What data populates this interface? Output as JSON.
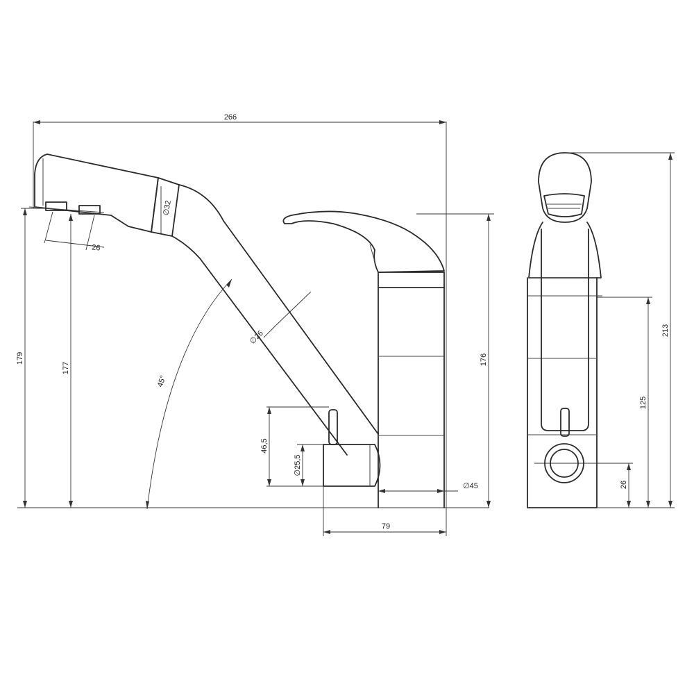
{
  "drawing": {
    "dimensions": {
      "overall_width": "266",
      "spout_height_outer": "179",
      "spout_height_inner": "177",
      "aerator_offset": "26",
      "spout_tip_diameter": "∅32",
      "spout_tube_diameter": "∅26",
      "swivel_angle": "45°",
      "body_height": "176",
      "side_lever_height": "46,5",
      "side_connector_diameter": "∅25,5",
      "body_diameter": "∅45",
      "side_connector_depth": "79",
      "total_height": "213",
      "side_lever_axis_height": "125",
      "side_outlet_height": "26"
    },
    "colors": {
      "line": "#2a2a2a",
      "background": "#ffffff"
    }
  }
}
